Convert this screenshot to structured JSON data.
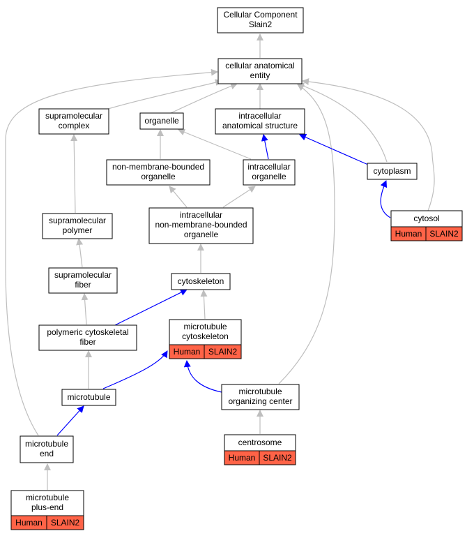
{
  "diagram": {
    "nodes": {
      "root": [
        "Cellular Component",
        "Slain2"
      ],
      "cae": [
        "cellular anatomical",
        "entity"
      ],
      "supcomplex": [
        "supramolecular",
        "complex"
      ],
      "organelle": [
        "organelle"
      ],
      "ias": [
        "intracellular",
        "anatomical structure"
      ],
      "nmbo": [
        "non-membrane-bounded",
        "organelle"
      ],
      "intraorg": [
        "intracellular",
        "organelle"
      ],
      "cytoplasm": [
        "cytoplasm"
      ],
      "cytosol": [
        "cytosol"
      ],
      "suppolymer": [
        "supramolecular",
        "polymer"
      ],
      "inmbo": [
        "intracellular",
        "non-membrane-bounded",
        "organelle"
      ],
      "supfiber": [
        "supramolecular",
        "fiber"
      ],
      "cytoskeleton": [
        "cytoskeleton"
      ],
      "polycyto": [
        "polymeric cytoskeletal",
        "fiber"
      ],
      "mtcyto": [
        "microtubule",
        "cytoskeleton"
      ],
      "microtubule": [
        "microtubule"
      ],
      "mtoc": [
        "microtubule",
        "organizing center"
      ],
      "mtend": [
        "microtubule",
        "end"
      ],
      "centrosome": [
        "centrosome"
      ],
      "mtplus": [
        "microtubule",
        "plus-end"
      ]
    },
    "annotation": {
      "species": "Human",
      "gene": "SLAIN2"
    },
    "colors": {
      "is_a": "#bebebe",
      "part_of": "#0000ff",
      "annotated": "#ff6347"
    }
  }
}
